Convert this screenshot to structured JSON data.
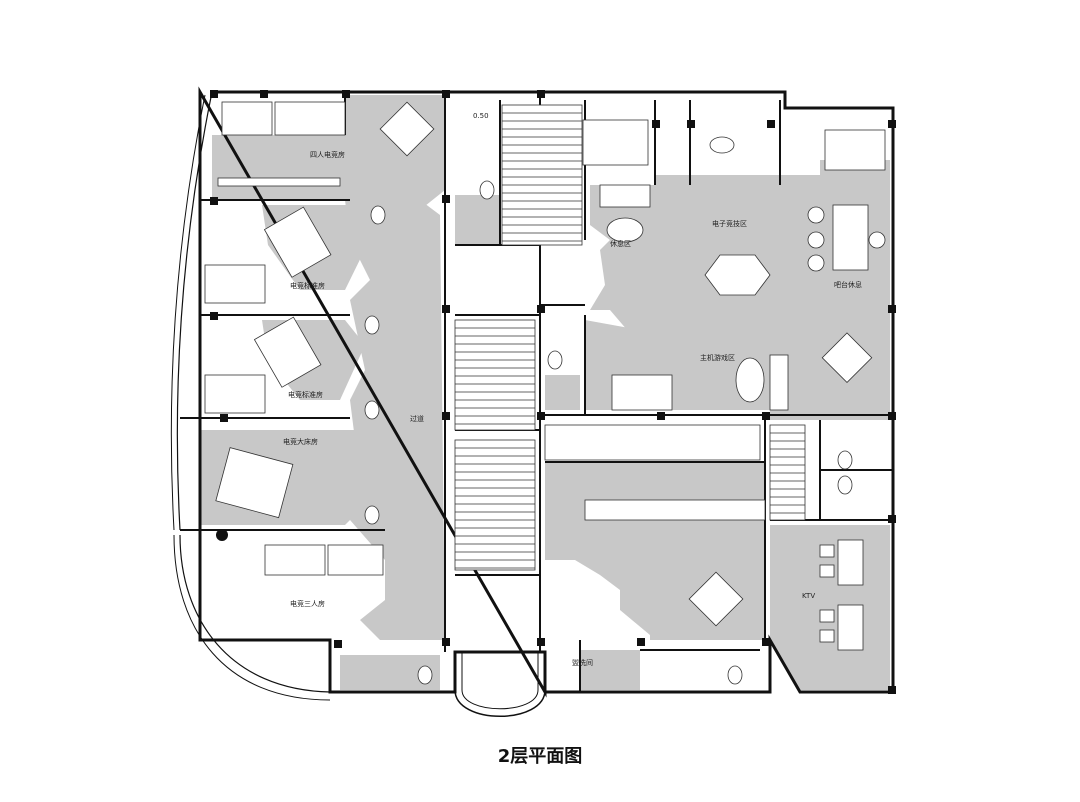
{
  "title": "2层平面图",
  "level_mark": "0.50",
  "rooms": {
    "four_player": "四人电竞房",
    "standard_1": "电竞标准房",
    "standard_2": "电竞标准房",
    "king": "电竞大床房",
    "triple": "电竞三人房",
    "corridor": "过道",
    "esports_zone": "电子竞技区",
    "rest_zone": "休息区",
    "bar_zone": "吧台休息",
    "console_zone": "主机游戏区",
    "wash": "盥洗间",
    "ktv": "KTV"
  },
  "colors": {
    "floor": "#c8c8c8",
    "wall": "#111111",
    "white": "#ffffff"
  }
}
